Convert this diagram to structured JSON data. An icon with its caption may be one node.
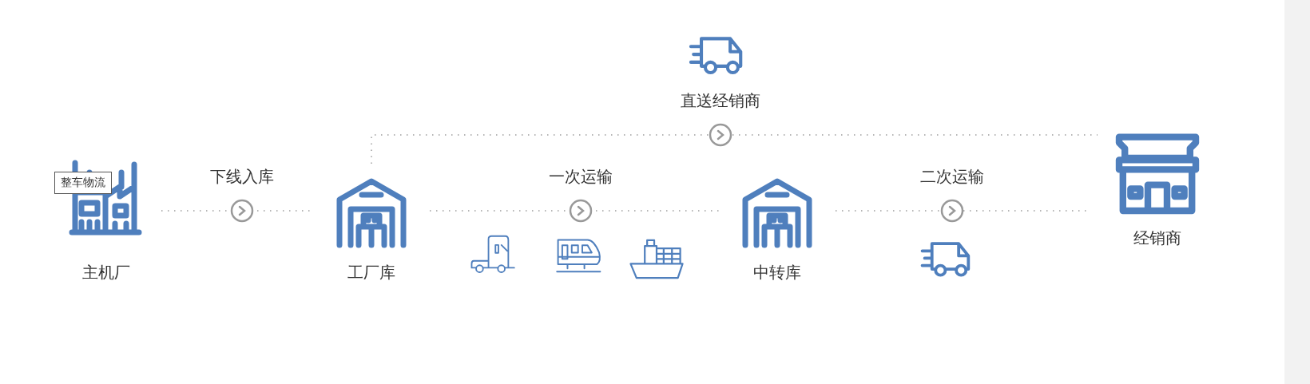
{
  "diagram": {
    "nodes": [
      {
        "text": [
          "主机厂"
        ]
      },
      {
        "text": [
          "工厂库"
        ]
      },
      {
        "text": [
          "中转库"
        ]
      },
      {
        "text": [
          "经销商"
        ]
      }
    ],
    "edges": [
      {
        "from": 0,
        "to": 1,
        "arrow": "to",
        "label": "下线入库",
        "style": "dashed"
      },
      {
        "from": 1,
        "to": 2,
        "arrow": "to",
        "label": "一次运输",
        "style": "dashed"
      },
      {
        "from": 2,
        "to": 3,
        "arrow": "to",
        "label": "二次运输",
        "style": "dashed"
      },
      {
        "from": 1,
        "to": 3,
        "arrow": "to",
        "label": "直送经销商",
        "style": "dashed"
      }
    ],
    "labels": [
      "整车物流"
    ]
  }
}
